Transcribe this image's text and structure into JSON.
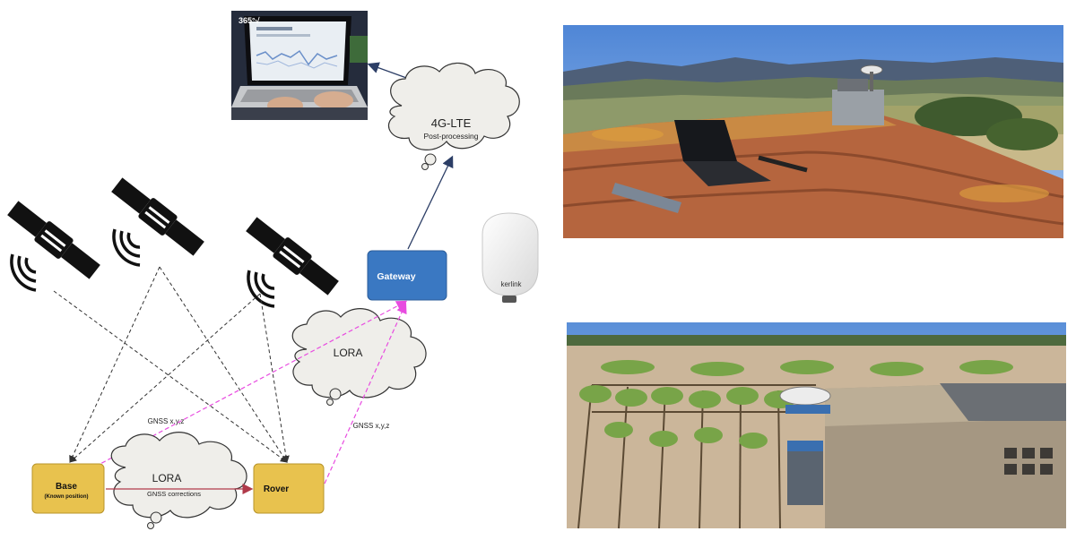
{
  "laptop_photo": {
    "brand_text": "365°√"
  },
  "cloud_lte": {
    "title": "4G-LTE",
    "subtitle": "Post-processing"
  },
  "gateway": {
    "label": "Gateway"
  },
  "kerlink_device": {
    "brand": "kerlink"
  },
  "cloud_lora_top": {
    "title": "LORA"
  },
  "cloud_lora_bottom": {
    "title": "LORA",
    "subtitle": "GNSS corrections"
  },
  "labels": {
    "gnss_left": "GNSS x,y,z",
    "gnss_right": "GNSS x,y,z"
  },
  "base": {
    "label": "Base",
    "sublabel": "(Known position)"
  },
  "rover": {
    "label": "Rover"
  },
  "colors": {
    "gateway_fill": "#3a78c2",
    "node_fill": "#e8c24e",
    "cloud_fill": "#efeeea",
    "lora_link": "#e84ce0",
    "link_dark": "#2c3e66"
  }
}
